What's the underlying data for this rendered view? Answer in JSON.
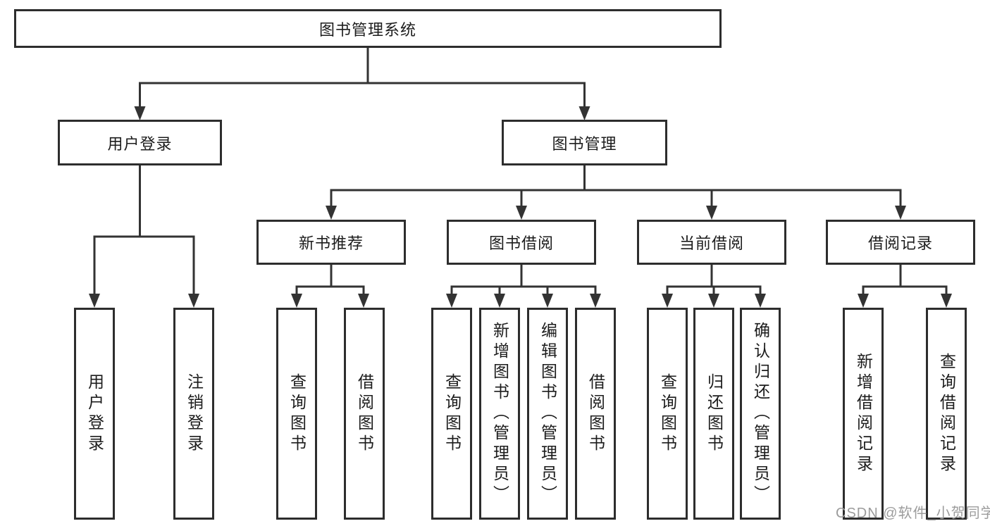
{
  "diagram_type": "hierarchy-tree",
  "nodes": {
    "root": {
      "label": "图书管理系统"
    },
    "user_login": {
      "label": "用户登录"
    },
    "book_management": {
      "label": "图书管理"
    },
    "new_book_recommend": {
      "label": "新书推荐"
    },
    "book_borrow": {
      "label": "图书借阅"
    },
    "current_borrow": {
      "label": "当前借阅"
    },
    "borrow_record": {
      "label": "借阅记录"
    },
    "leaf_user_login": {
      "label": "用户登录"
    },
    "leaf_logout": {
      "label": "注销登录"
    },
    "leaf_query_books_1": {
      "label": "查询图书"
    },
    "leaf_borrow_books_1": {
      "label": "借阅图书"
    },
    "leaf_query_books_2": {
      "label": "查询图书"
    },
    "leaf_add_books": {
      "label": "新增图书（管理员）"
    },
    "leaf_edit_books": {
      "label": "编辑图书（管理员）"
    },
    "leaf_borrow_books_2": {
      "label": "借阅图书"
    },
    "leaf_query_books_3": {
      "label": "查询图书"
    },
    "leaf_return_books": {
      "label": "归还图书"
    },
    "leaf_confirm_return": {
      "label": "确认归还（管理员）"
    },
    "leaf_add_borrow_record": {
      "label": "新增借阅记录"
    },
    "leaf_query_borrow_record": {
      "label": "查询借阅记录"
    }
  },
  "hierarchy": {
    "root": [
      "user_login",
      "book_management"
    ],
    "user_login": [
      "leaf_user_login",
      "leaf_logout"
    ],
    "book_management": [
      "new_book_recommend",
      "book_borrow",
      "current_borrow",
      "borrow_record"
    ],
    "new_book_recommend": [
      "leaf_query_books_1",
      "leaf_borrow_books_1"
    ],
    "book_borrow": [
      "leaf_query_books_2",
      "leaf_add_books",
      "leaf_edit_books",
      "leaf_borrow_books_2"
    ],
    "current_borrow": [
      "leaf_query_books_3",
      "leaf_return_books",
      "leaf_confirm_return"
    ],
    "borrow_record": [
      "leaf_add_borrow_record",
      "leaf_query_borrow_record"
    ]
  },
  "watermark": {
    "text": "CSDN @软件_小贺同学"
  },
  "colors": {
    "line": "#333333",
    "box_border": "#2d2d2d",
    "text": "#1c1c1c",
    "watermark": "#9c9c9c",
    "background": "#ffffff"
  }
}
